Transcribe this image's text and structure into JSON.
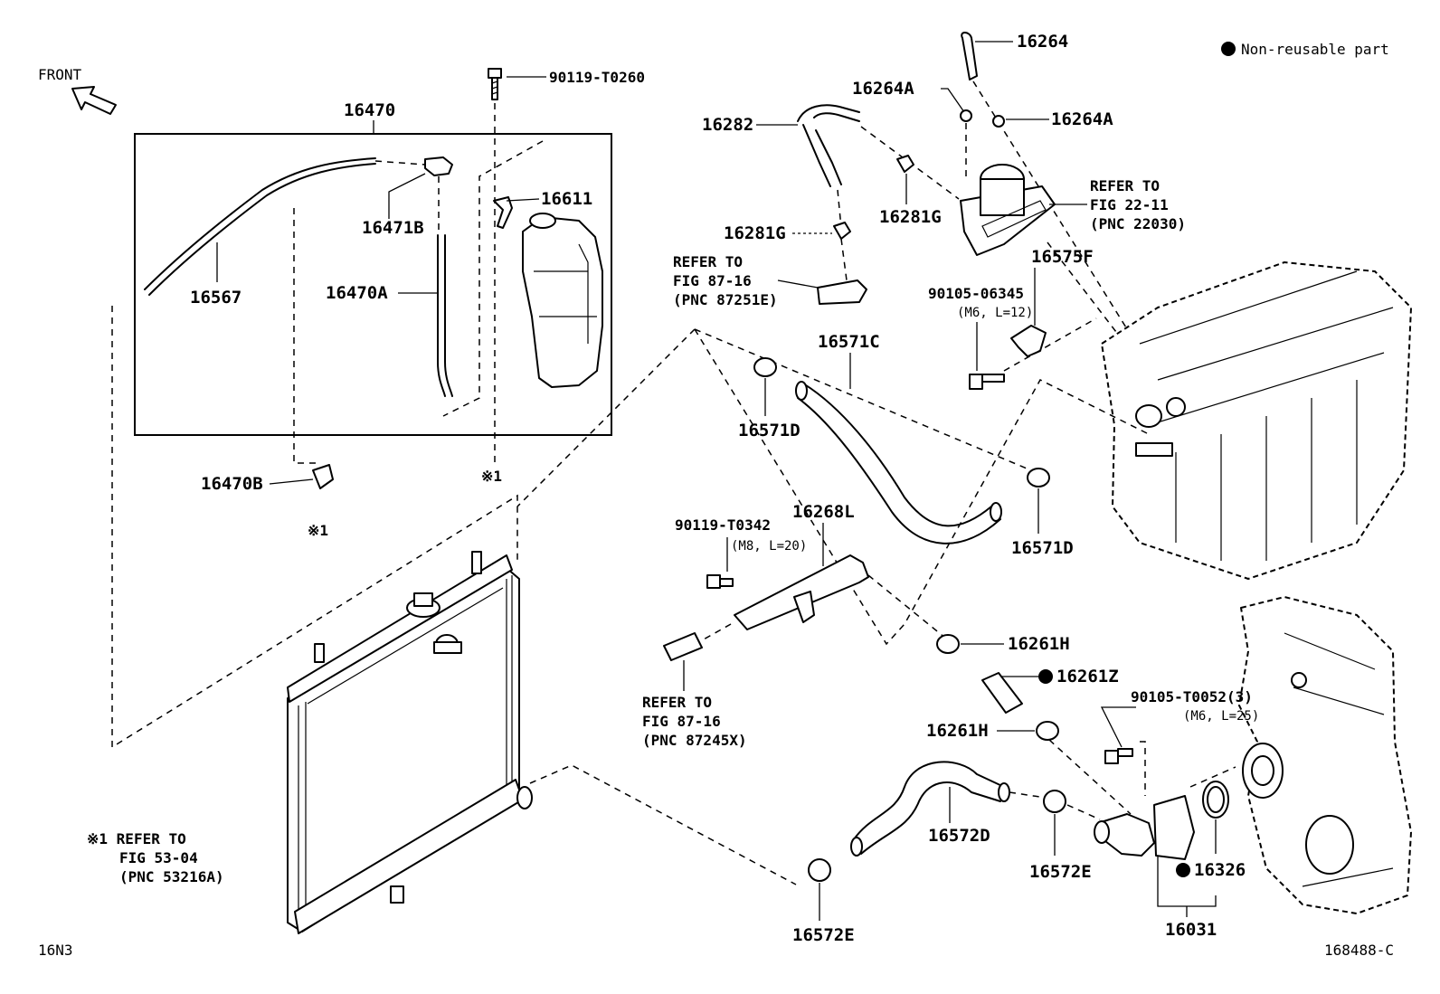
{
  "legend": {
    "non_reusable": "Non-reusable part"
  },
  "front": "FRONT",
  "refs": {
    "r1": [
      "REFER TO",
      "FIG 87-16",
      "(PNC 87251E)"
    ],
    "r2": [
      "REFER TO",
      "FIG 22-11",
      "(PNC 22030)"
    ],
    "r3": [
      "REFER TO",
      "FIG 87-16",
      "(PNC 87245X)"
    ],
    "r4": [
      "※1 REFER TO",
      "FIG 53-04",
      "(PNC 53216A)"
    ]
  },
  "parts": {
    "p16470": "16470",
    "p90119_T0260": "90119-T0260",
    "p16611": "16611",
    "p16471B": "16471B",
    "p16567": "16567",
    "p16470A": "16470A",
    "p16470B": "16470B",
    "mark1a": "※1",
    "mark1b": "※1",
    "p16264": "16264",
    "p16264A_1": "16264A",
    "p16264A_2": "16264A",
    "p16282": "16282",
    "p16281G_1": "16281G",
    "p16281G_2": "16281G",
    "p16575F": "16575F",
    "p90105_06345": "90105-06345",
    "spec_06345": "(M6, L=12)",
    "p16571C": "16571C",
    "p16571D_1": "16571D",
    "p16571D_2": "16571D",
    "p90119_T0342": "90119-T0342",
    "spec_T0342": "(M8, L=20)",
    "p16268L": "16268L",
    "p16261H_1": "16261H",
    "p16261Z": "16261Z",
    "p16261H_2": "16261H",
    "p90105_T0052": "90105-T0052(3)",
    "spec_T0052": "(M6, L=25)",
    "p16572D": "16572D",
    "p16572E_1": "16572E",
    "p16572E_2": "16572E",
    "p16326": "16326",
    "p16031": "16031"
  },
  "footer": {
    "left": "16N3",
    "right": "168488-C"
  }
}
